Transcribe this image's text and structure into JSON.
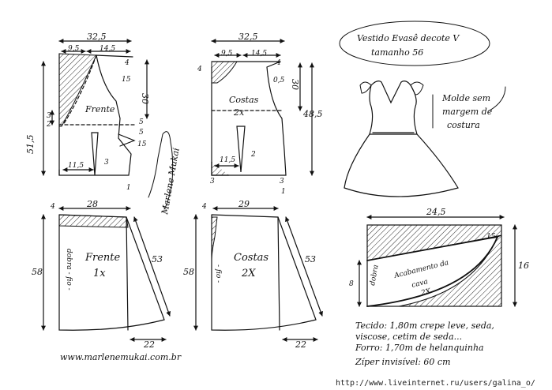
{
  "title": {
    "line1": "Vestido Evasê decote V",
    "line2": "tamanho 56"
  },
  "note": {
    "line1": "Molde sem",
    "line2": "margem de",
    "line3": "costura"
  },
  "signature": "Marlene Mukai",
  "website": "www.marlenemukai.com.br",
  "watermark": "http://www.liveinternet.ru/users/galina_o/",
  "materials": {
    "line1": "Tecido: 1,80m  crepe leve, seda,",
    "line2": "viscose, cetim de seda...",
    "line3": "Forro: 1,70m de helanquinha",
    "line4": "Zíper invisível: 60 cm"
  },
  "bodice_front": {
    "label": "Frente",
    "width": "32,5",
    "neck": "9,5",
    "shoulder": "14,5",
    "d_4": "4",
    "d_15": "15",
    "d_30": "30",
    "d_3": "3",
    "d_2": "2",
    "d_5a": "5",
    "d_5b": "5",
    "d_15b": "15",
    "length": "51,5",
    "dart_pos": "11,5",
    "dart_w": "3",
    "d_1": "1"
  },
  "bodice_back": {
    "label1": "Costas",
    "label2": "2x",
    "width": "32,5",
    "neck": "9,5",
    "shoulder": "14,5",
    "d_4a": "4",
    "d_4b": "4",
    "d_05": "0,5",
    "d_30": "30",
    "length": "48,5",
    "dart_pos": "11,5",
    "dart_w": "2",
    "d_3a": "3",
    "d_3b": "3",
    "d_1": "1"
  },
  "skirt_front": {
    "label1": "Frente",
    "label2": "1x",
    "fold": "dobra - fio -",
    "top": "28",
    "d_4": "4",
    "side": "53",
    "height": "58",
    "hem": "22"
  },
  "skirt_back": {
    "label1": "Costas",
    "label2": "2X",
    "fold": "- fio -",
    "top": "29",
    "d_4": "4",
    "side": "53",
    "height": "58",
    "hem": "22"
  },
  "armhole_facing": {
    "label1": "Acabamento da",
    "label2": "cava",
    "label3": "2X",
    "fold": "dobra",
    "width": "24,5",
    "height": "16",
    "d_8": "8",
    "d_15": "15"
  }
}
